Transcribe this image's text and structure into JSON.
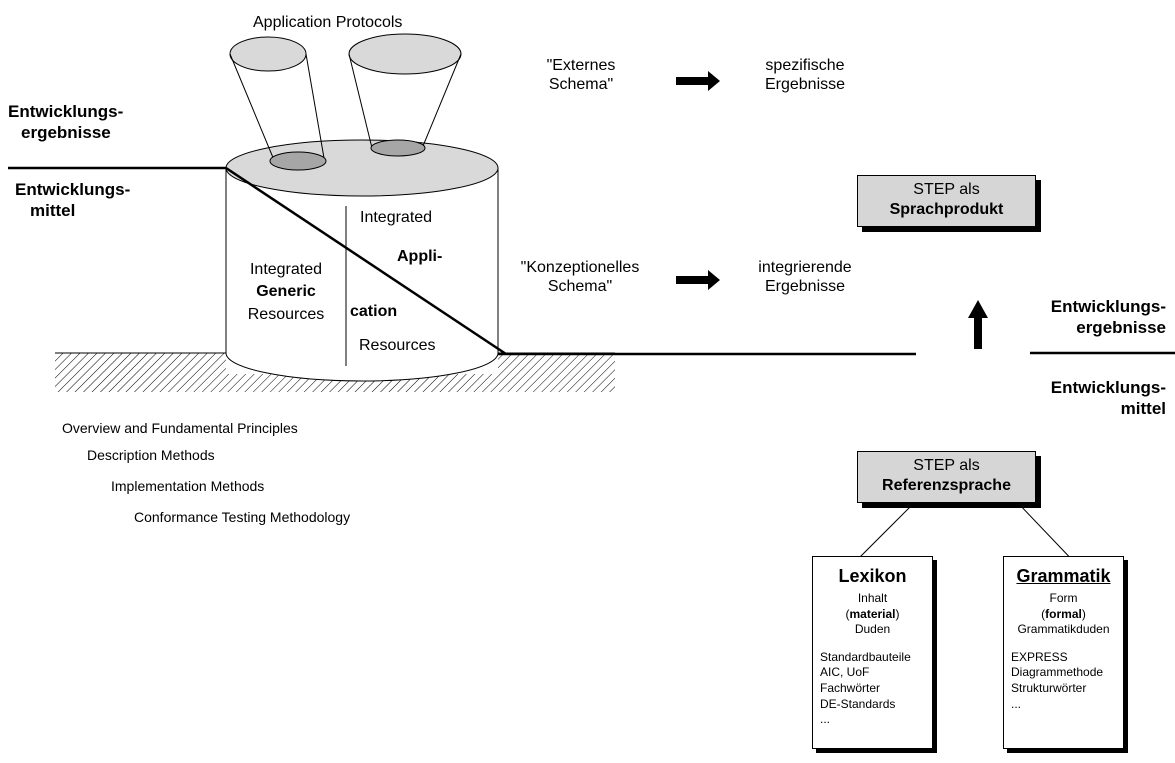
{
  "top_title": "Application Protocols",
  "left_results": {
    "line1": "Entwicklungs-",
    "line2": "ergebnisse"
  },
  "left_means": {
    "line1": "Entwicklungs-",
    "line2": "mittel"
  },
  "cylinder": {
    "generic": {
      "line1": "Integrated",
      "line2": "Generic",
      "line3": "Resources"
    },
    "application": {
      "line1": "Integrated",
      "line2": "Appli-",
      "line3": "cation",
      "line4": "Resources"
    }
  },
  "schema_external": {
    "line1": "\"Externes",
    "line2": "Schema\""
  },
  "results_specific": {
    "line1": "spezifische",
    "line2": "Ergebnisse"
  },
  "schema_conceptual": {
    "line1": "\"Konzeptionelles",
    "line2": "Schema\""
  },
  "results_integrating": {
    "line1": "integrierende",
    "line2": "Ergebnisse"
  },
  "parts_list": [
    "Overview and Fundamental Principles",
    "Description Methods",
    "Implementation Methods",
    "Conformance Testing Methodology"
  ],
  "box_product": {
    "line1": "STEP als",
    "line2": "Sprachprodukt"
  },
  "right_results": {
    "line1": "Entwicklungs-",
    "line2": "ergebnisse"
  },
  "right_means": {
    "line1": "Entwicklungs-",
    "line2": "mittel"
  },
  "box_reference": {
    "line1": "STEP als",
    "line2": "Referenzsprache"
  },
  "lexikon": {
    "title": "Lexikon",
    "sub1": "Inhalt",
    "sub2_pre": "(",
    "sub2_bold": "material",
    "sub2_post": ")",
    "sub3": "Duden",
    "items": [
      "Standardbauteile",
      "AIC, UoF",
      "Fachwörter",
      "DE-Standards",
      "..."
    ]
  },
  "grammatik": {
    "title": "Grammatik",
    "sub1": "Form",
    "sub2_pre": "(",
    "sub2_bold": "formal",
    "sub2_post": ")",
    "sub3": "Grammatikduden",
    "items": [
      "EXPRESS",
      "Diagrammethode",
      "Strukturwörter",
      "..."
    ]
  },
  "colors": {
    "box_fill": "#d6d6d6",
    "cylinder_top": "#d9d9d9",
    "disc": "#a6a6a6",
    "line": "#000000"
  }
}
